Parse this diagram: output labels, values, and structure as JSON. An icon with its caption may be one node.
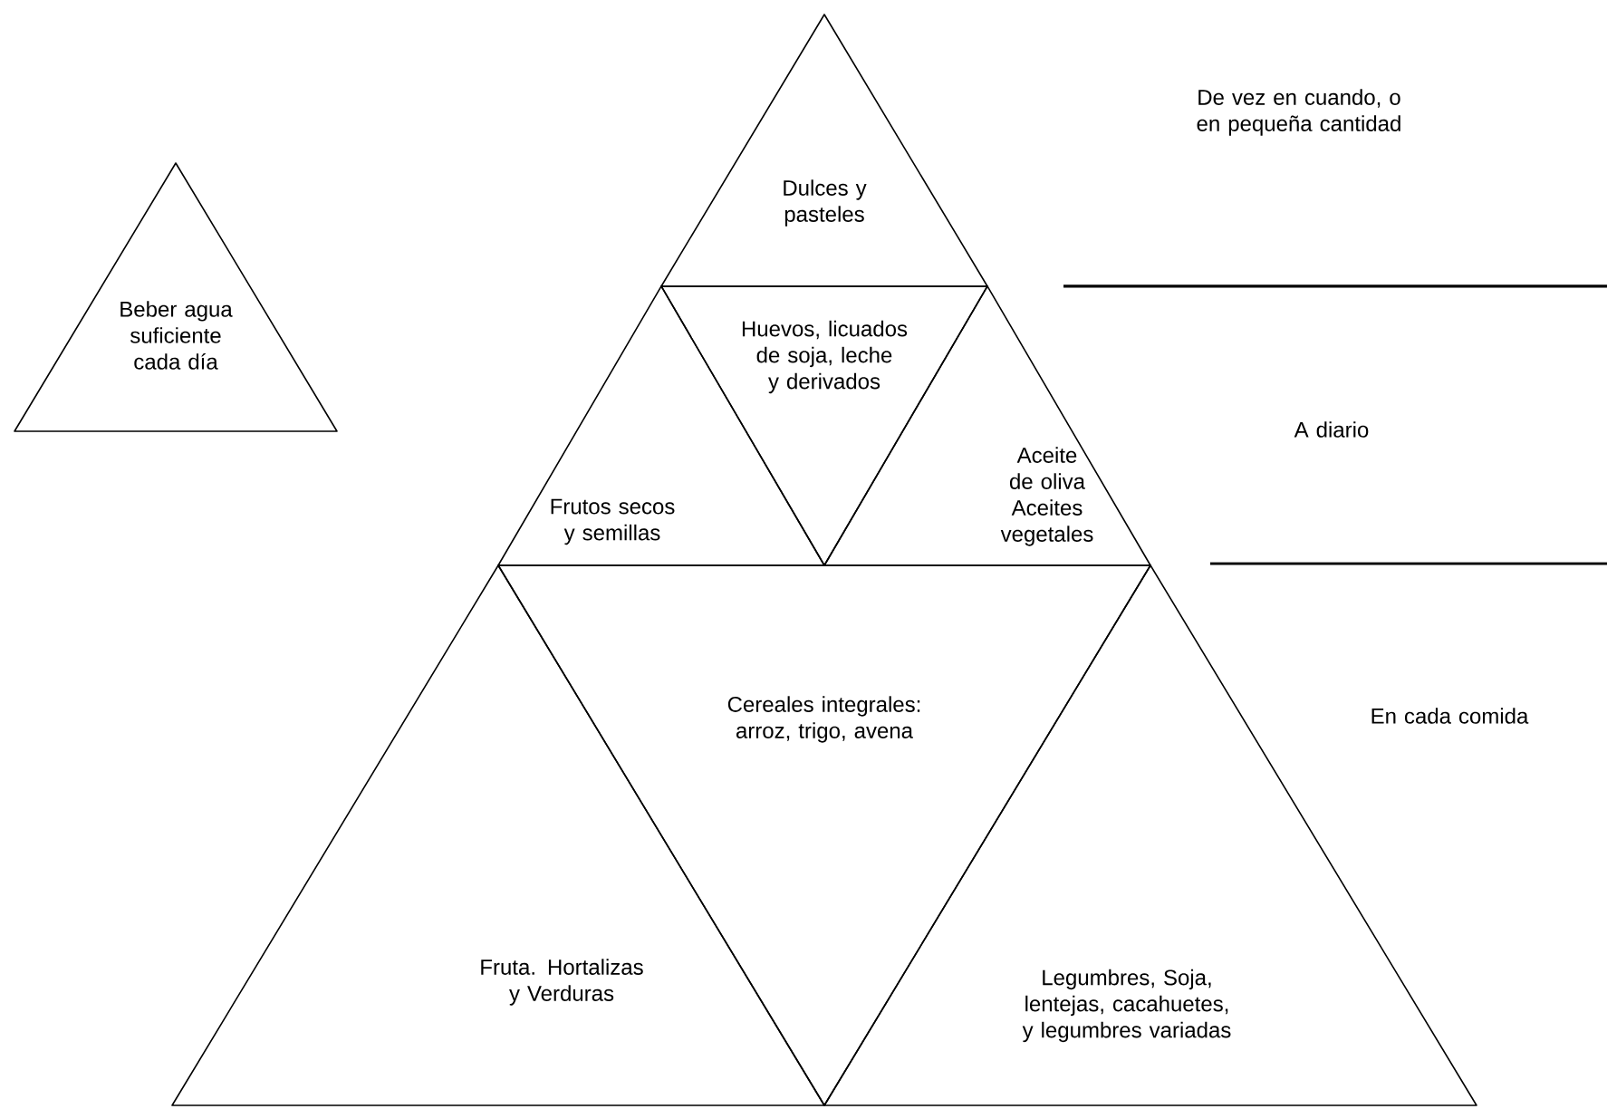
{
  "diagram": {
    "nodes": [
      {
        "text": [
          "Beber agua suficiente cada día"
        ]
      },
      {
        "text": [
          "Dulces y pasteles"
        ]
      },
      {
        "text": [
          "Huevos, licuados de soja, leche y derivados"
        ]
      },
      {
        "text": [
          "Frutos secos y semillas"
        ]
      },
      {
        "text": [
          "Aceite de oliva Aceites vegetales"
        ]
      },
      {
        "text": [
          "Cereales integrales: arroz, trigo, avena"
        ]
      },
      {
        "text": [
          "Fruta. Hortalizas y Verduras"
        ]
      },
      {
        "text": [
          "Legumbres, Soja, lentejas, cacahuetes, y legumbres variadas"
        ]
      }
    ],
    "labels": [
      "De vez en cuando, o en pequeña cantidad",
      "A diario",
      "En cada comida"
    ]
  }
}
